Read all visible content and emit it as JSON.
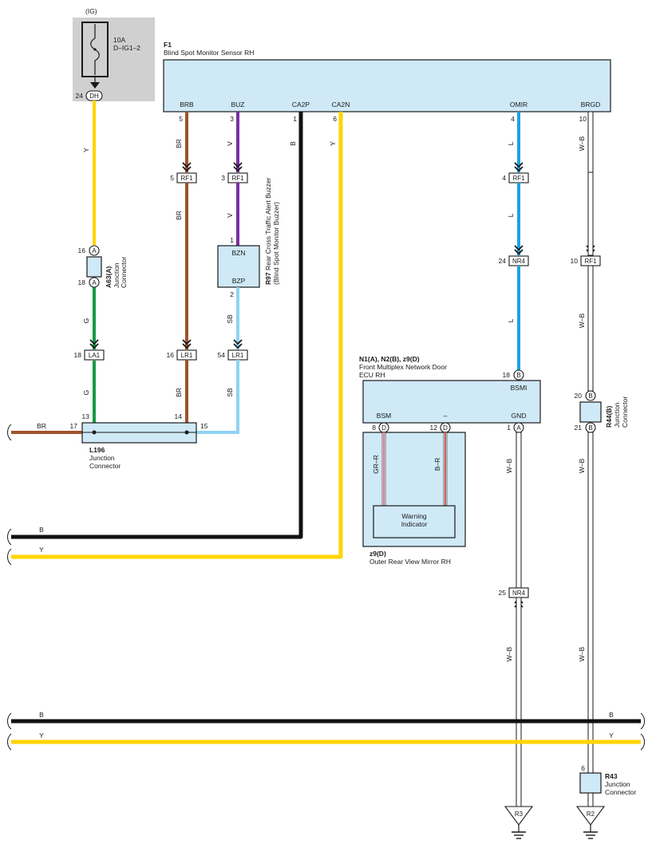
{
  "colors": {
    "Y": "#ffd400",
    "BR": "#a0522d",
    "V": "#7b2fa0",
    "B": "#111111",
    "L": "#1aa4e0",
    "SB": "#8fd3f3",
    "G": "#169a45",
    "WB": "#ffffff",
    "GRR": "#e0607a",
    "BRR": "#c0392b",
    "box_fill": "#cfe9f7",
    "fuse_bg": "#d0d0d0"
  },
  "fuse": {
    "header": "(IG)",
    "rating": "10A",
    "name": "D–IG1–2",
    "pin": "24",
    "connector": "DH"
  },
  "f1": {
    "id": "F1",
    "name": "Blind Spot Monitor Sensor RH",
    "terminals": [
      {
        "label": "BRB",
        "pin": "5"
      },
      {
        "label": "BUZ",
        "pin": "3"
      },
      {
        "label": "CA2P",
        "pin": "1"
      },
      {
        "label": "CA2N",
        "pin": "6"
      },
      {
        "label": "OMIR",
        "pin": "4"
      },
      {
        "label": "BRGD",
        "pin": "10"
      }
    ]
  },
  "wires": {
    "y1": "Y",
    "g1": "G",
    "g2": "G",
    "br1": "BR",
    "br2": "BR",
    "br3": "BR",
    "v1": "V",
    "v2": "V",
    "sb1": "SB",
    "sb2": "SB",
    "b1": "B",
    "y2": "Y",
    "l1": "L",
    "l2": "L",
    "l3": "L",
    "wb1": "W–B",
    "wb2": "W–B",
    "wb3": "W–B",
    "wb4": "W–B",
    "wb5": "W–B",
    "wb6": "W–B",
    "grr": "GR–R",
    "brr": "B–R",
    "left_br": "BR",
    "left_b": "B",
    "left_y": "Y",
    "bus_b_left": "B",
    "bus_b_right": "B",
    "bus_y_left": "Y",
    "bus_y_right": "Y"
  },
  "conn": {
    "rf1_a_pin": "5",
    "rf1_a": "RF1",
    "rf1_b_pin": "3",
    "rf1_b": "RF1",
    "rf1_c_pin": "4",
    "rf1_c": "RF1",
    "rf1_d_pin": "10",
    "rf1_d": "RF1",
    "nr4_a_pin": "24",
    "nr4_a": "NR4",
    "nr4_b_pin": "25",
    "nr4_b": "NR4",
    "la1_pin": "18",
    "la1": "LA1",
    "lr1_a_pin": "16",
    "lr1_a": "LR1",
    "lr1_b_pin": "54",
    "lr1_b": "LR1"
  },
  "a63": {
    "id": "A63(A)",
    "name_line1": "Junction",
    "name_line2": "Connector",
    "pin_top": "16",
    "pin_bottom": "18",
    "letter": "A"
  },
  "r97": {
    "id": "R97",
    "name_line1": "Rear Cross Traffic Alert Buzzer",
    "name_line2": "(Blind Spot Monitor Buzzer)",
    "pin_top": "1",
    "pin_bottom": "2",
    "term_top": "BZN",
    "term_bottom": "BZP"
  },
  "l196": {
    "id": "L196",
    "name_line1": "Junction",
    "name_line2": "Connector",
    "pin_17": "17",
    "pin_13": "13",
    "pin_14": "14",
    "pin_15": "15"
  },
  "ecu": {
    "id": "N1(A), N2(B), z9(D)",
    "name_line1": "Front Multiplex Network Door",
    "name_line2": "ECU RH",
    "bsmi_pin": "18",
    "bsmi_letter": "B",
    "bsmi": "BSMI",
    "bsm": "BSM",
    "dash": "–",
    "gnd": "GND",
    "bsm_pin": "8",
    "dash_pin": "12",
    "gnd_pin": "1",
    "letter_d": "D",
    "letter_a": "A"
  },
  "mirror": {
    "id": "z9(D)",
    "name": "Outer Rear View Mirror RH",
    "indicator_line1": "Warning",
    "indicator_line2": "Indicator"
  },
  "r44": {
    "id": "R44(B)",
    "name_line1": "Junction",
    "name_line2": "Connector",
    "pin_top": "20",
    "pin_bottom": "21",
    "letter": "B"
  },
  "r43": {
    "id": "R43",
    "name_line1": "Junction",
    "name_line2": "Connector",
    "pin": "6"
  },
  "grounds": {
    "r3": "R3",
    "r2": "R2"
  }
}
